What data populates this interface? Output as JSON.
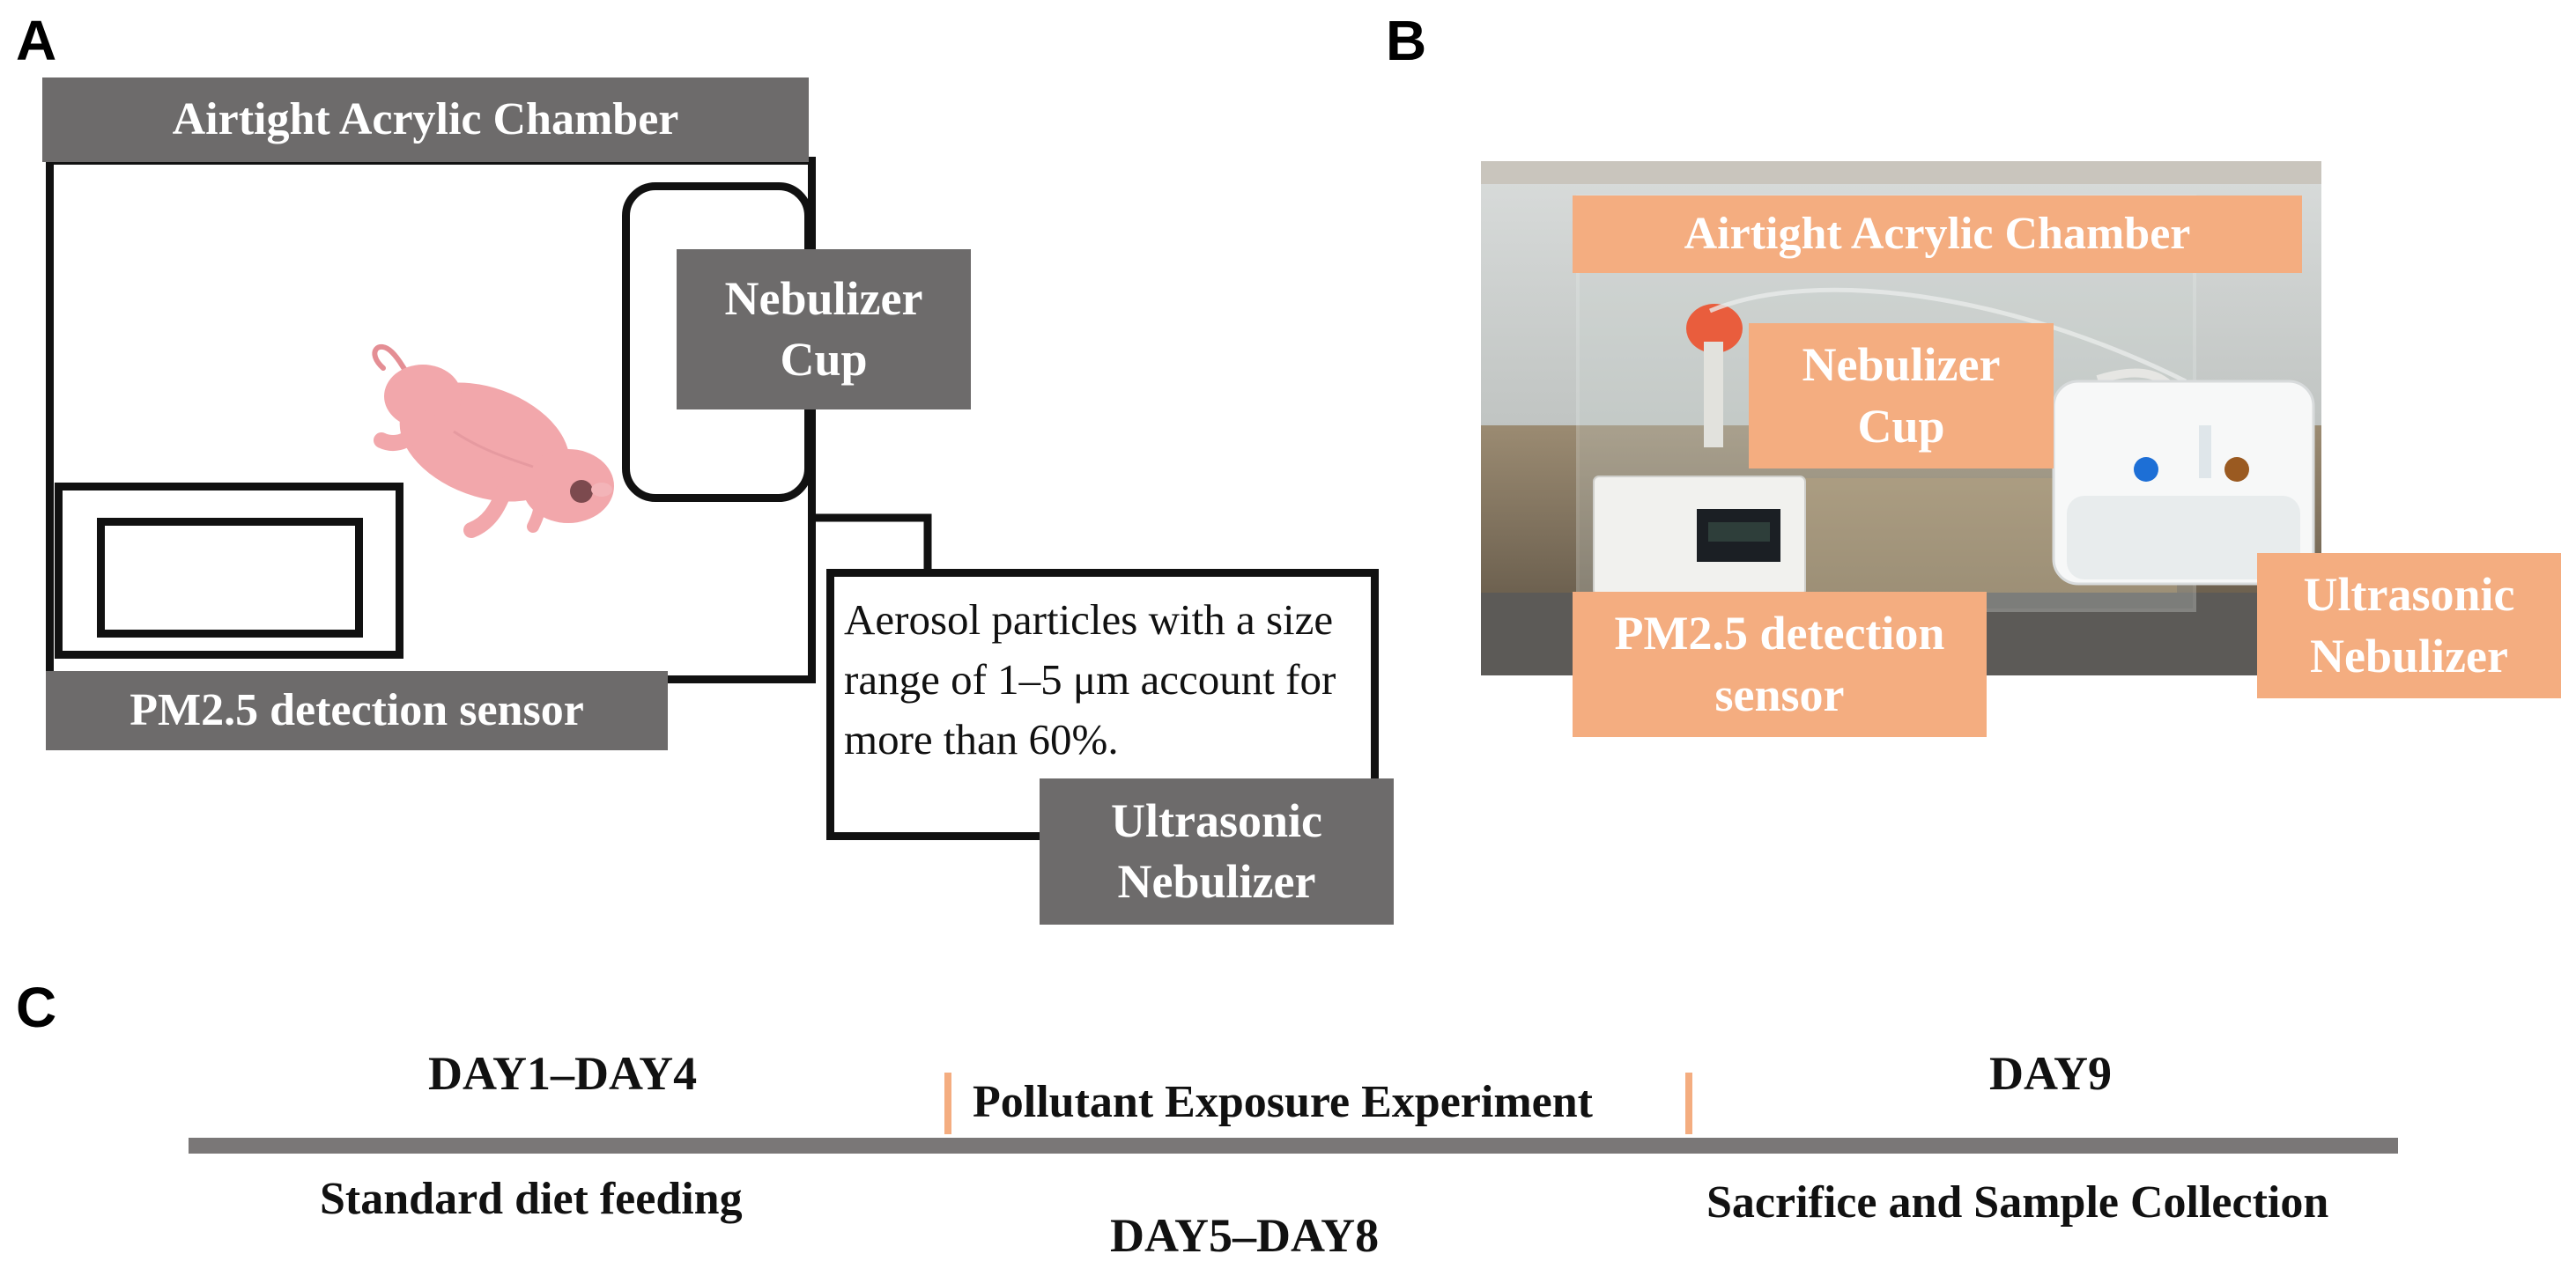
{
  "panels": {
    "a": "A",
    "b": "B",
    "c": "C"
  },
  "panel_a": {
    "chamber_label": "Airtight Acrylic Chamber",
    "nebulizer_cup_label": "Nebulizer\nCup",
    "sensor_label": "PM2.5 detection sensor",
    "aerosol_note": "Aerosol particles with a size range of 1–5 μm account for more than 60%.",
    "ultrasonic_label": "Ultrasonic\nNebulizer"
  },
  "panel_b": {
    "chamber_label": "Airtight Acrylic Chamber",
    "nebulizer_cup_label": "Nebulizer\nCup",
    "sensor_label": "PM2.5 detection\nsensor",
    "ultrasonic_label": "Ultrasonic\nNebulizer"
  },
  "panel_c": {
    "phase1_days": "DAY1–DAY4",
    "phase1_activity": "Standard diet feeding",
    "phase2_title": "Pollutant Exposure Experiment",
    "phase2_days": "DAY5–DAY8",
    "phase3_days": "DAY9",
    "phase3_activity": "Sacrifice and Sample Collection"
  },
  "colors": {
    "gray_label": "#6d6b6b",
    "orange_label": "#f4ad80",
    "timeline": "#7a7777",
    "mouse": "#f2a7ab"
  }
}
